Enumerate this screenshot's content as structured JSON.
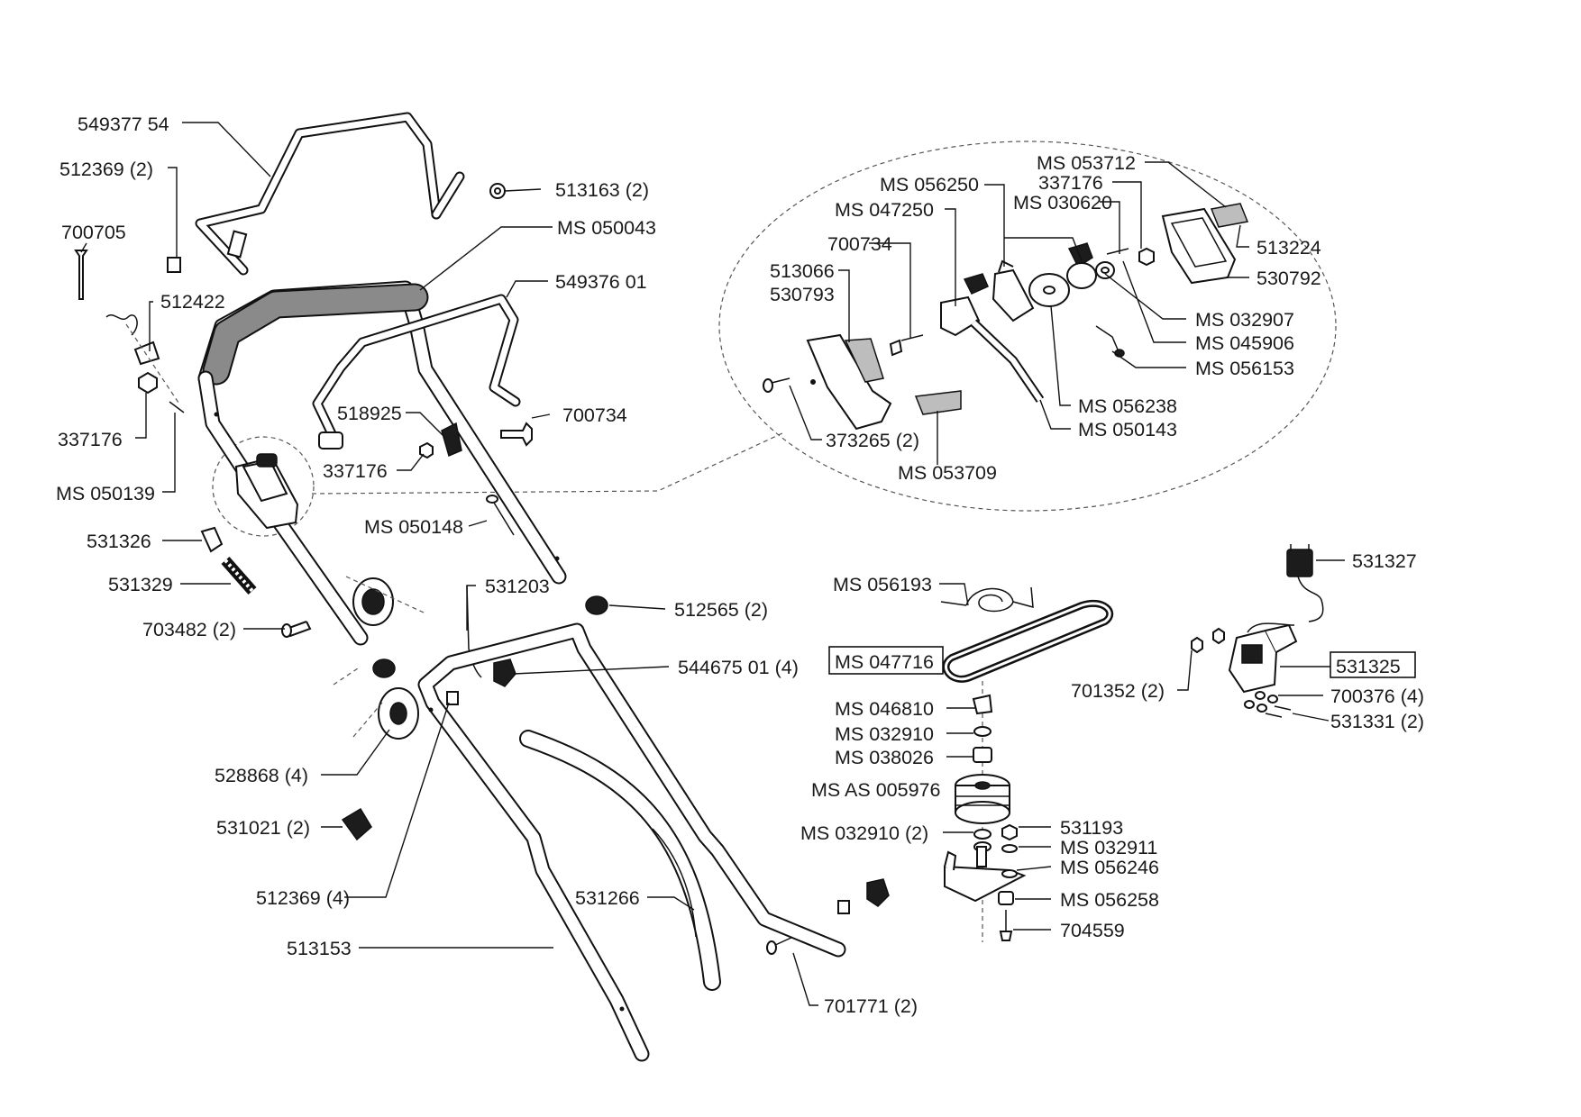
{
  "labels": {
    "p549377": "549377 54",
    "p512369a": "512369 (2)",
    "p700705": "700705",
    "p512422": "512422",
    "p337176a": "337176",
    "p050139": "MS 050139",
    "p513163": "513163 (2)",
    "p050043": "MS 050043",
    "p549376": "549376 01",
    "p518925": "518925",
    "p337176b": "337176",
    "p700734a": "700734",
    "p050148": "MS 050148",
    "p531326": "531326",
    "p531329": "531329",
    "p703482": "703482 (2)",
    "p531203": "531203",
    "p512565": "512565 (2)",
    "p544675": "544675 01 (4)",
    "p528868": "528868 (4)",
    "p531021": "531021 (2)",
    "p512369b": "512369 (4)",
    "p531266": "531266",
    "p513153": "513153",
    "p701771": "701771 (2)",
    "p053712": "MS 053712",
    "p337176c": "337176",
    "p030620": "MS 030620",
    "p056250": "MS 056250",
    "p047250": "MS 047250",
    "p700734b": "700734",
    "p513066": "513066",
    "p530793": "530793",
    "p513224": "513224",
    "p530792": "530792",
    "p032907": "MS 032907",
    "p045906": "MS 045906",
    "p056153": "MS 056153",
    "p056238": "MS 056238",
    "p050143": "MS 050143",
    "p373265": "373265 (2)",
    "p053709": "MS 053709",
    "p056193": "MS 056193",
    "p047716": "MS 047716",
    "p046810": "MS 046810",
    "p032910a": "MS 032910",
    "p038026": "MS 038026",
    "pAS005976": "MS AS 005976",
    "p032910b": "MS 032910 (2)",
    "p531193": "531193",
    "p032911": "MS 032911",
    "p056246": "MS 056246",
    "p056258": "MS 056258",
    "p704559": "704559",
    "p531327": "531327",
    "p531325": "531325",
    "p701352": "701352 (2)",
    "p700376": "700376 (4)",
    "p531331": "531331 (2)"
  },
  "colors": {
    "line": "#111111",
    "grip_fill": "#8a8a8a",
    "detail_fill": "#bdbdbd",
    "background": "#ffffff"
  }
}
